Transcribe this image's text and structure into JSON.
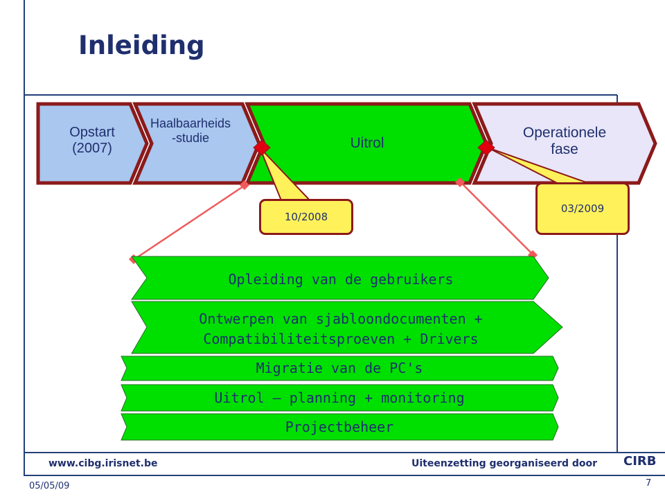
{
  "slide": {
    "title": "Inleiding"
  },
  "phases": [
    {
      "line1": "Opstart",
      "line2": "(2007)"
    },
    {
      "line1": "Haalbaarheids",
      "line2": "-studie"
    },
    {
      "line1": "Uitrol",
      "line2": ""
    },
    {
      "line1": "Operationele",
      "line2": "fase"
    }
  ],
  "milestones": [
    {
      "date": "10/2008"
    },
    {
      "date": "03/2009"
    }
  ],
  "tasks": [
    {
      "line1": "Opleiding van de gebruikers",
      "line2": ""
    },
    {
      "line1": "Ontwerpen van sjabloondocumenten +",
      "line2": "Compatibiliteitsproeven + Drivers"
    },
    {
      "line1": "Migratie van de PC's",
      "line2": ""
    },
    {
      "line1": "Uitrol – planning + monitoring",
      "line2": ""
    },
    {
      "line1": "Projectbeheer",
      "line2": ""
    }
  ],
  "footer": {
    "url": "www.cibg.irisnet.be",
    "subtitle": "Uiteenzetting georganiseerd door",
    "logo": "CIRB",
    "date": "05/05/09",
    "page": "7"
  },
  "colors": {
    "title": "#1f2f6e",
    "dark_red": "#8b1a1a",
    "phase_opstart": "#a9c7ef",
    "phase_haalbaarheid": "#a9c7ef",
    "phase_uitrol": "#00e000",
    "phase_operationeel": "#e8e6f8",
    "milestone": "#fff15a",
    "task": "#00e000",
    "connector": "#f05a5a"
  }
}
